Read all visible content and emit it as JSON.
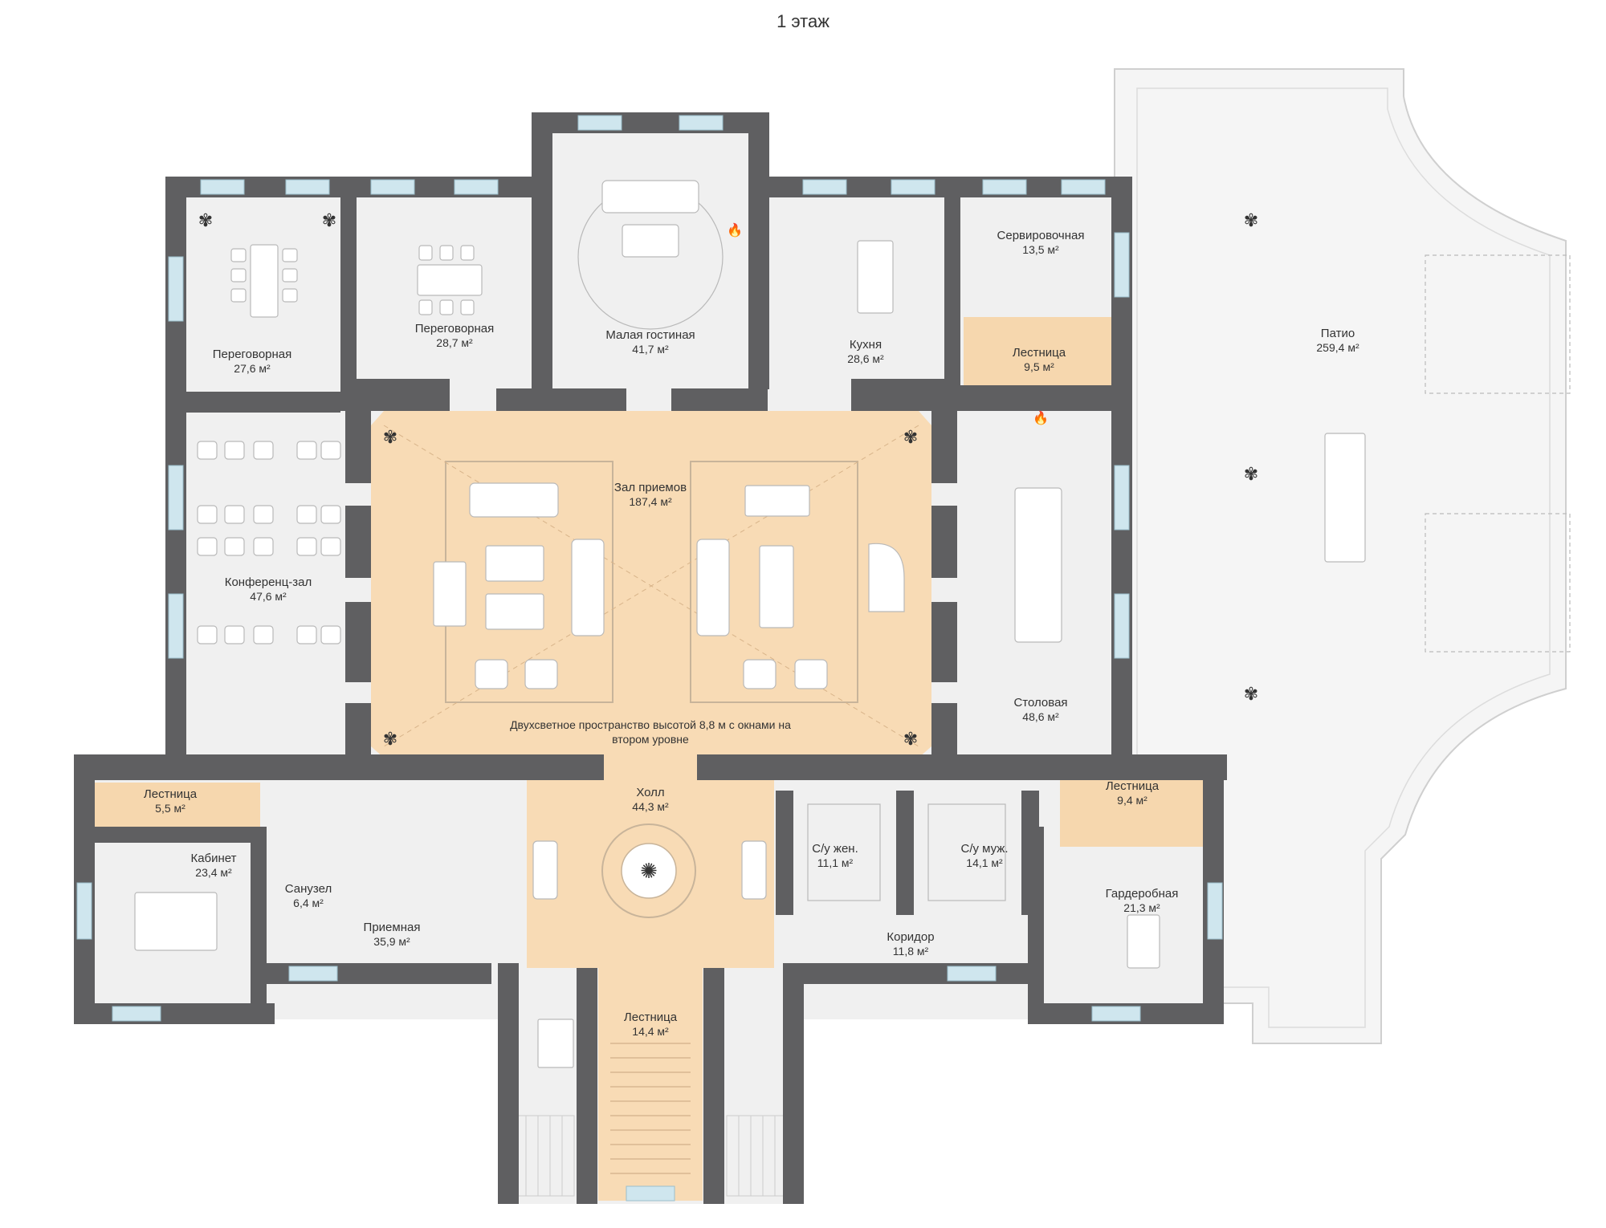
{
  "title": "1 этаж",
  "colors": {
    "wall": "#5f5f61",
    "floor": "#f0f0f0",
    "highlight": "#f8dbb5",
    "stair": "#f6d7ae",
    "patio": "#f5f5f5",
    "window": "#cfe6ee",
    "furniture": "#ffffff",
    "line": "#b9b9b9"
  },
  "rooms": [
    {
      "id": "meeting-1",
      "name": "Переговорная",
      "area": "27,6 м²"
    },
    {
      "id": "meeting-2",
      "name": "Переговорная",
      "area": "28,7 м²"
    },
    {
      "id": "small-living",
      "name": "Малая гостиная",
      "area": "41,7 м²"
    },
    {
      "id": "kitchen",
      "name": "Кухня",
      "area": "28,6 м²"
    },
    {
      "id": "serving",
      "name": "Сервировочная",
      "area": "13,5 м²"
    },
    {
      "id": "stair-serving",
      "name": "Лестница",
      "area": "9,5 м²"
    },
    {
      "id": "patio",
      "name": "Патио",
      "area": "259,4 м²"
    },
    {
      "id": "reception-hall",
      "name": "Зал приемов",
      "area": "187,4 м²"
    },
    {
      "id": "conference",
      "name": "Конференц-зал",
      "area": "47,6 м²"
    },
    {
      "id": "dining",
      "name": "Столовая",
      "area": "48,6 м²"
    },
    {
      "id": "stair-west",
      "name": "Лестница",
      "area": "5,5 м²"
    },
    {
      "id": "hall",
      "name": "Холл",
      "area": "44,3 м²"
    },
    {
      "id": "stair-east",
      "name": "Лестница",
      "area": "9,4 м²"
    },
    {
      "id": "office",
      "name": "Кабинет",
      "area": "23,4 м²"
    },
    {
      "id": "bathroom",
      "name": "Санузел",
      "area": "6,4 м²"
    },
    {
      "id": "wc-women",
      "name": "С/у жен.",
      "area": "11,1 м²"
    },
    {
      "id": "wc-men",
      "name": "С/у муж.",
      "area": "14,1 м²"
    },
    {
      "id": "wardrobe",
      "name": "Гардеробная",
      "area": "21,3 м²"
    },
    {
      "id": "lobby",
      "name": "Приемная",
      "area": "35,9 м²"
    },
    {
      "id": "corridor",
      "name": "Коридор",
      "area": "11,8 м²"
    },
    {
      "id": "stair-main",
      "name": "Лестница",
      "area": "14,4 м²"
    }
  ],
  "notes": {
    "double_height_line1": "Двухсветное пространство высотой 8,8 м с окнами на",
    "double_height_line2": "втором уровне"
  }
}
